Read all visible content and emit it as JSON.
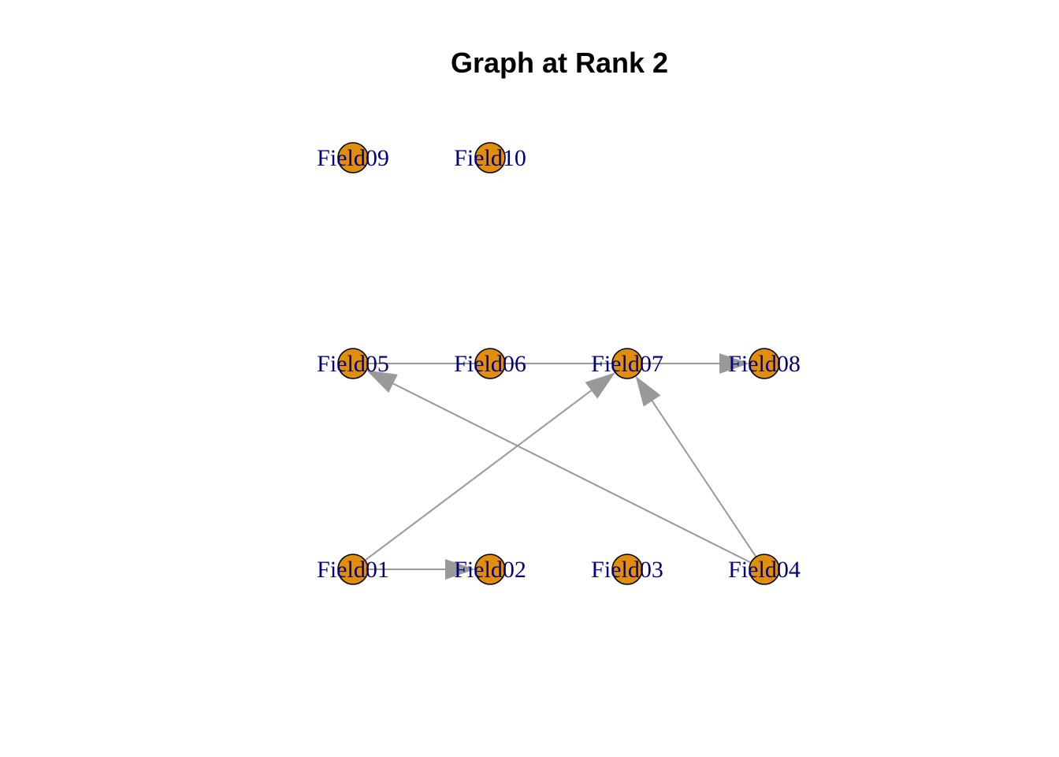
{
  "chart_data": {
    "type": "network",
    "title": "Graph at Rank 2",
    "node_color": "#E08E0B",
    "edge_color": "#999999",
    "label_color": "#000080",
    "nodes": [
      {
        "id": "Field01",
        "col": 0,
        "row": 2
      },
      {
        "id": "Field02",
        "col": 1,
        "row": 2
      },
      {
        "id": "Field03",
        "col": 2,
        "row": 2
      },
      {
        "id": "Field04",
        "col": 3,
        "row": 2
      },
      {
        "id": "Field05",
        "col": 0,
        "row": 1
      },
      {
        "id": "Field06",
        "col": 1,
        "row": 1
      },
      {
        "id": "Field07",
        "col": 2,
        "row": 1
      },
      {
        "id": "Field08",
        "col": 3,
        "row": 1
      },
      {
        "id": "Field09",
        "col": 0,
        "row": 0
      },
      {
        "id": "Field10",
        "col": 1,
        "row": 0
      }
    ],
    "edges": [
      {
        "from": "Field01",
        "to": "Field02"
      },
      {
        "from": "Field01",
        "to": "Field07"
      },
      {
        "from": "Field04",
        "to": "Field05"
      },
      {
        "from": "Field04",
        "to": "Field07"
      },
      {
        "from": "Field05",
        "to": "Field08"
      }
    ]
  }
}
